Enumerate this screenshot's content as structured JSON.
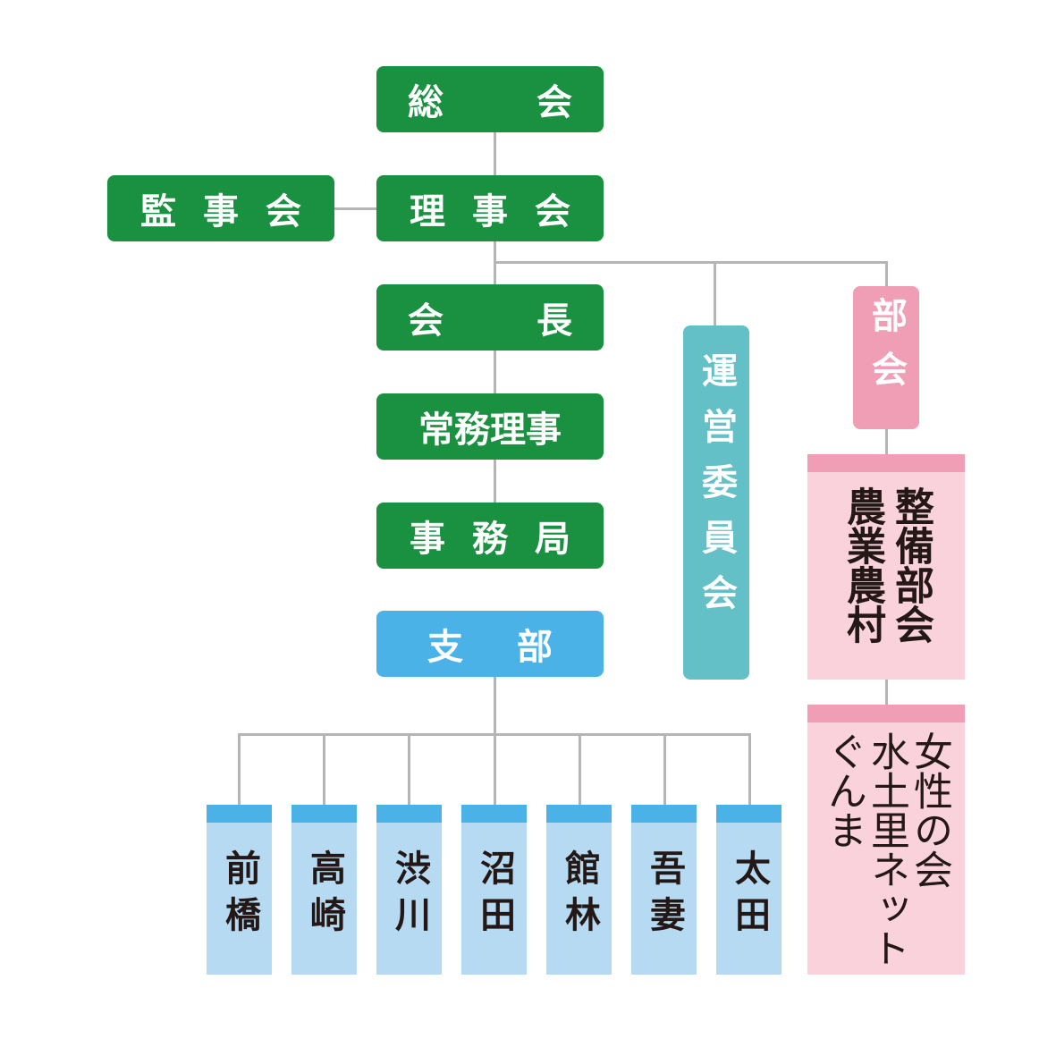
{
  "diagram": {
    "type": "organization-chart",
    "nodes": {
      "general_meeting": [
        "総",
        "会"
      ],
      "audit_board": [
        "監",
        "事",
        "会"
      ],
      "board_of_directors": [
        "理",
        "事",
        "会"
      ],
      "president": [
        "会",
        "長"
      ],
      "executive_director": "常務理事",
      "secretariat": [
        "事",
        "務",
        "局"
      ],
      "branches_header": [
        "支",
        "部"
      ],
      "steering_committee": "運営委員会",
      "divisions_header": "部会",
      "division_1": "農業農村整備部会",
      "division_2": "ぐんま水土里ネット女性の会"
    },
    "division_1_columns": [
      "農業農村",
      "整備部会"
    ],
    "division_2_columns": [
      "ぐんま",
      "水土里ネット",
      "女性の会"
    ],
    "branches": [
      "前橋",
      "高崎",
      "渋川",
      "沼田",
      "館林",
      "吾妻",
      "太田"
    ]
  }
}
